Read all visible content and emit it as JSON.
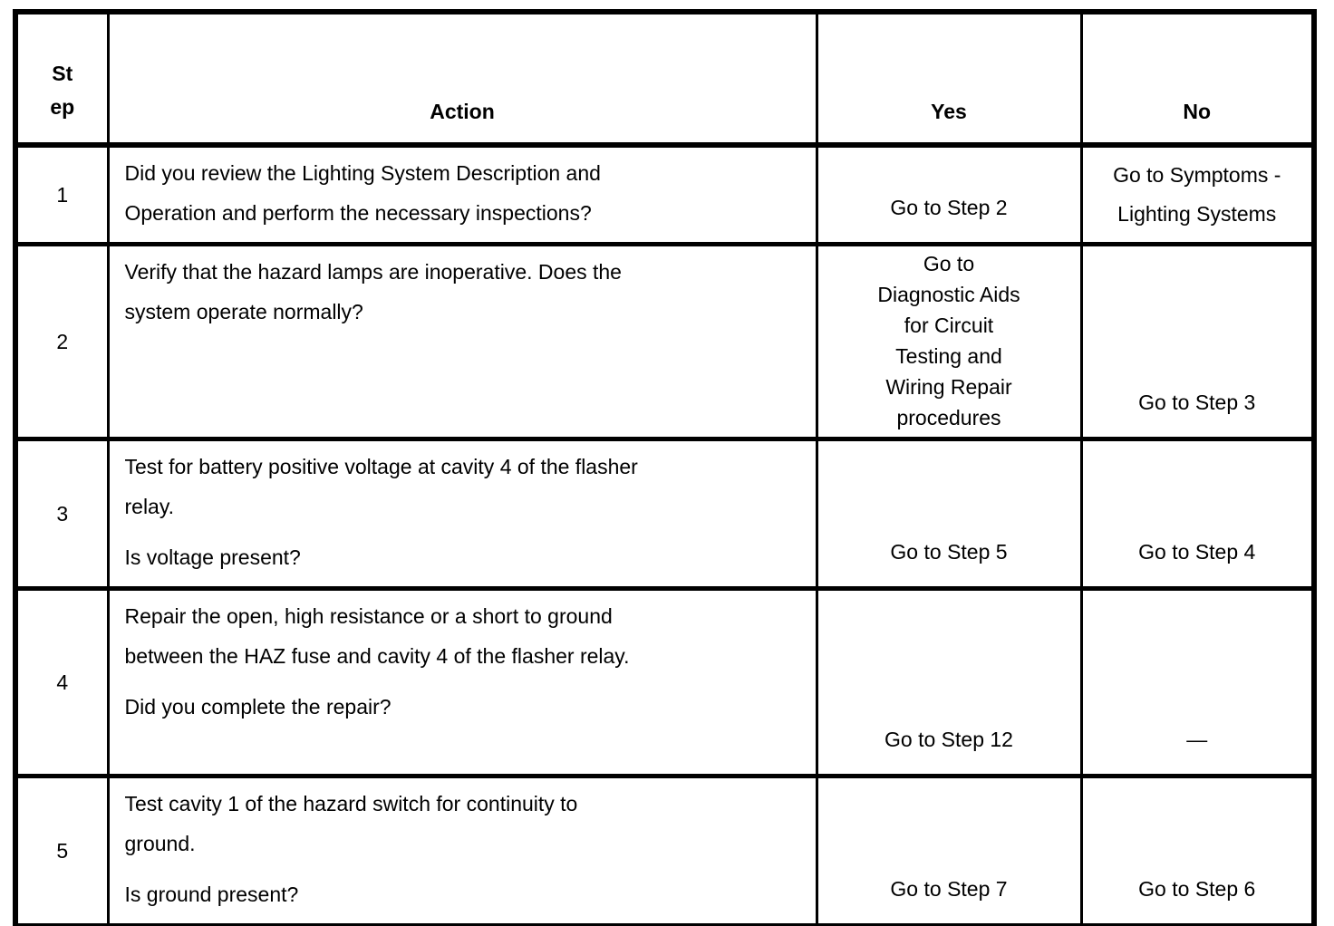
{
  "table": {
    "headers": {
      "step": "St\nep",
      "action": "Action",
      "yes": "Yes",
      "no": "No"
    },
    "rows": [
      {
        "step": "1",
        "action": "Did you review the Lighting System Description and\nOperation and perform the necessary inspections?",
        "question": "",
        "yes": "Go to Step 2",
        "no": "Go to Symptoms -\nLighting Systems"
      },
      {
        "step": "2",
        "action": "Verify that the hazard lamps are inoperative. Does the\nsystem operate normally?",
        "question": "",
        "yes": "Go to\nDiagnostic Aids\nfor Circuit\nTesting and\nWiring Repair\nprocedures",
        "no": "Go to Step 3"
      },
      {
        "step": "3",
        "action": "Test for battery positive voltage at cavity 4 of the flasher\nrelay.",
        "question": "Is voltage present?",
        "yes": "Go to Step 5",
        "no": "Go to Step 4"
      },
      {
        "step": "4",
        "action": "Repair the open, high resistance or a short to ground\nbetween the HAZ fuse and cavity 4 of the flasher relay.",
        "question": "Did you complete the repair?",
        "yes": "Go to Step 12",
        "no": "—"
      },
      {
        "step": "5",
        "action": "Test cavity 1 of the hazard switch for continuity to\nground.",
        "question": "Is ground present?",
        "yes": "Go to Step 7",
        "no": "Go to Step 6"
      }
    ]
  }
}
